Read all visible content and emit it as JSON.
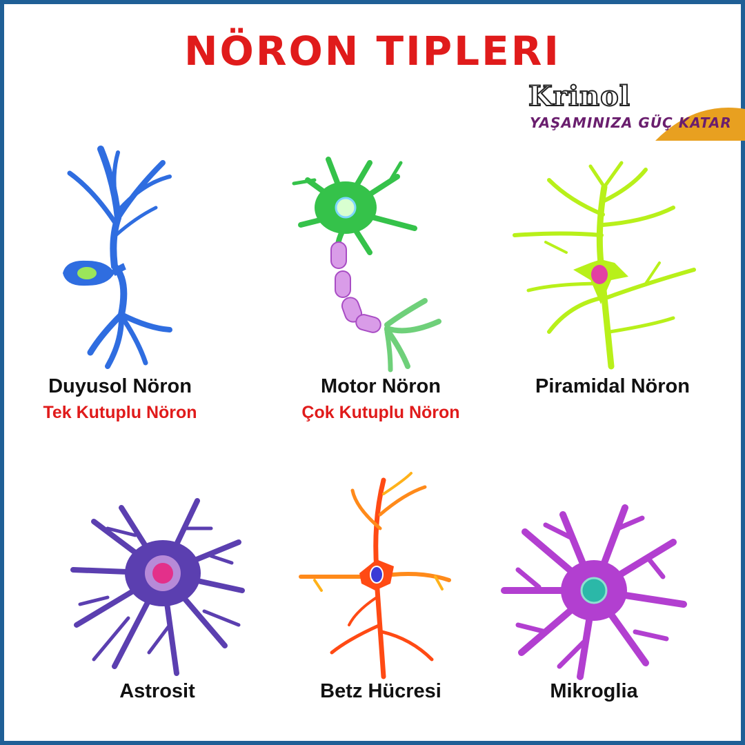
{
  "title": "NÖRON TIPLERI",
  "logo": {
    "name": "Krinol",
    "slogan": "YAŞAMINIZA GÜÇ KATAR"
  },
  "colors": {
    "title": "#e01b1b",
    "border": "#1f5f96",
    "logo_arc": "#e8a020",
    "slogan": "#6a1e6e"
  },
  "neurons": [
    {
      "label": "Duyusol Nöron",
      "sublabel": "Tek Kutuplu Nöron",
      "color": "#2f6de0",
      "icon": "sensory-neuron"
    },
    {
      "label": "Motor Nöron",
      "sublabel": "Çok Kutuplu Nöron",
      "color": "#35c24a",
      "icon": "motor-neuron"
    },
    {
      "label": "Piramidal Nöron",
      "color": "#b8f01a",
      "icon": "pyramidal-neuron"
    },
    {
      "label": "Astrosit",
      "color": "#5b3fb0",
      "icon": "astrocyte"
    },
    {
      "label": "Betz Hücresi",
      "color": "#ff4a14",
      "icon": "betz-cell"
    },
    {
      "label": "Mikroglia",
      "color": "#b23fd0",
      "icon": "microglia"
    }
  ]
}
